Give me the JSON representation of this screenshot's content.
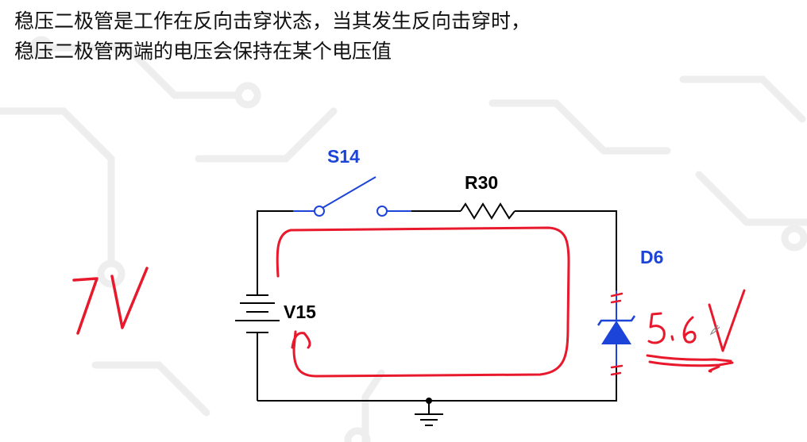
{
  "heading": {
    "line1": "稳压二极管是工作在反向击穿状态，当其发生反向击穿时，",
    "line2": "稳压二极管两端的电压会保持在某个电压值"
  },
  "circuit": {
    "switch_label": "S14",
    "resistor_label": "R30",
    "source_label": "V15",
    "diode_label": "D6"
  },
  "annotations": {
    "source_voltage": "7V",
    "zener_voltage": "5.6V"
  },
  "colors": {
    "wire": "#000000",
    "component_blue": "#1d44d8",
    "label_blue": "#1d44d8",
    "label_black": "#000000",
    "ink_red": "#e8192c",
    "background_grid": "#eeeeee"
  },
  "icons": {
    "ground": "ground-icon"
  }
}
